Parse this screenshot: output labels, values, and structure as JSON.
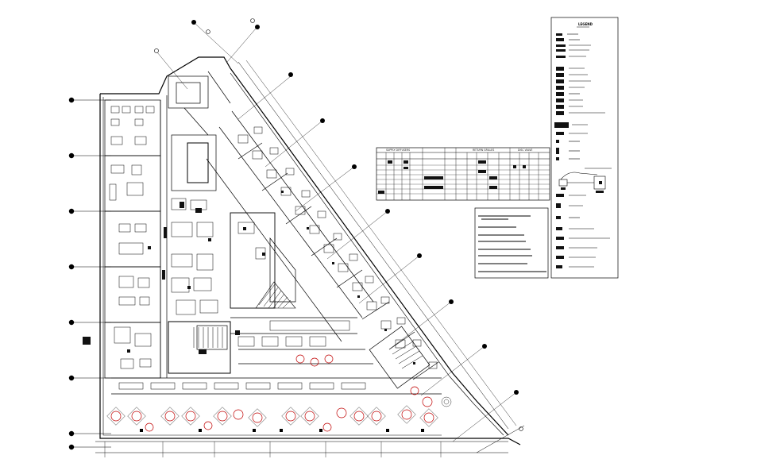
{
  "drawing": {
    "background": "#ffffff",
    "line_color": "#000000",
    "accent_red": "#c00000"
  },
  "legend": {
    "title": "LEGEND"
  },
  "schedule_table": {
    "headers": [
      "SUPPLY DIFFUSERS",
      "RETURN GRILLES",
      "DISC VALVE"
    ]
  },
  "notes_box": {
    "line_count": 9
  },
  "grid_bubbles": {
    "left_count": 8,
    "diagonal_count": 14
  }
}
